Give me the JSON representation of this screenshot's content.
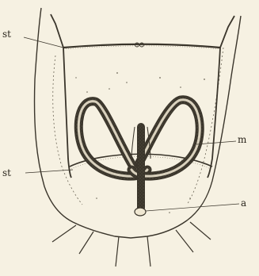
{
  "figure": {
    "labels": {
      "st_top": "st",
      "m": "m",
      "st_mid": "st",
      "a": "a"
    }
  },
  "colors": {
    "paper": "#f6f1e2",
    "ink": "#3a352b",
    "stipple": "#6b6556"
  }
}
